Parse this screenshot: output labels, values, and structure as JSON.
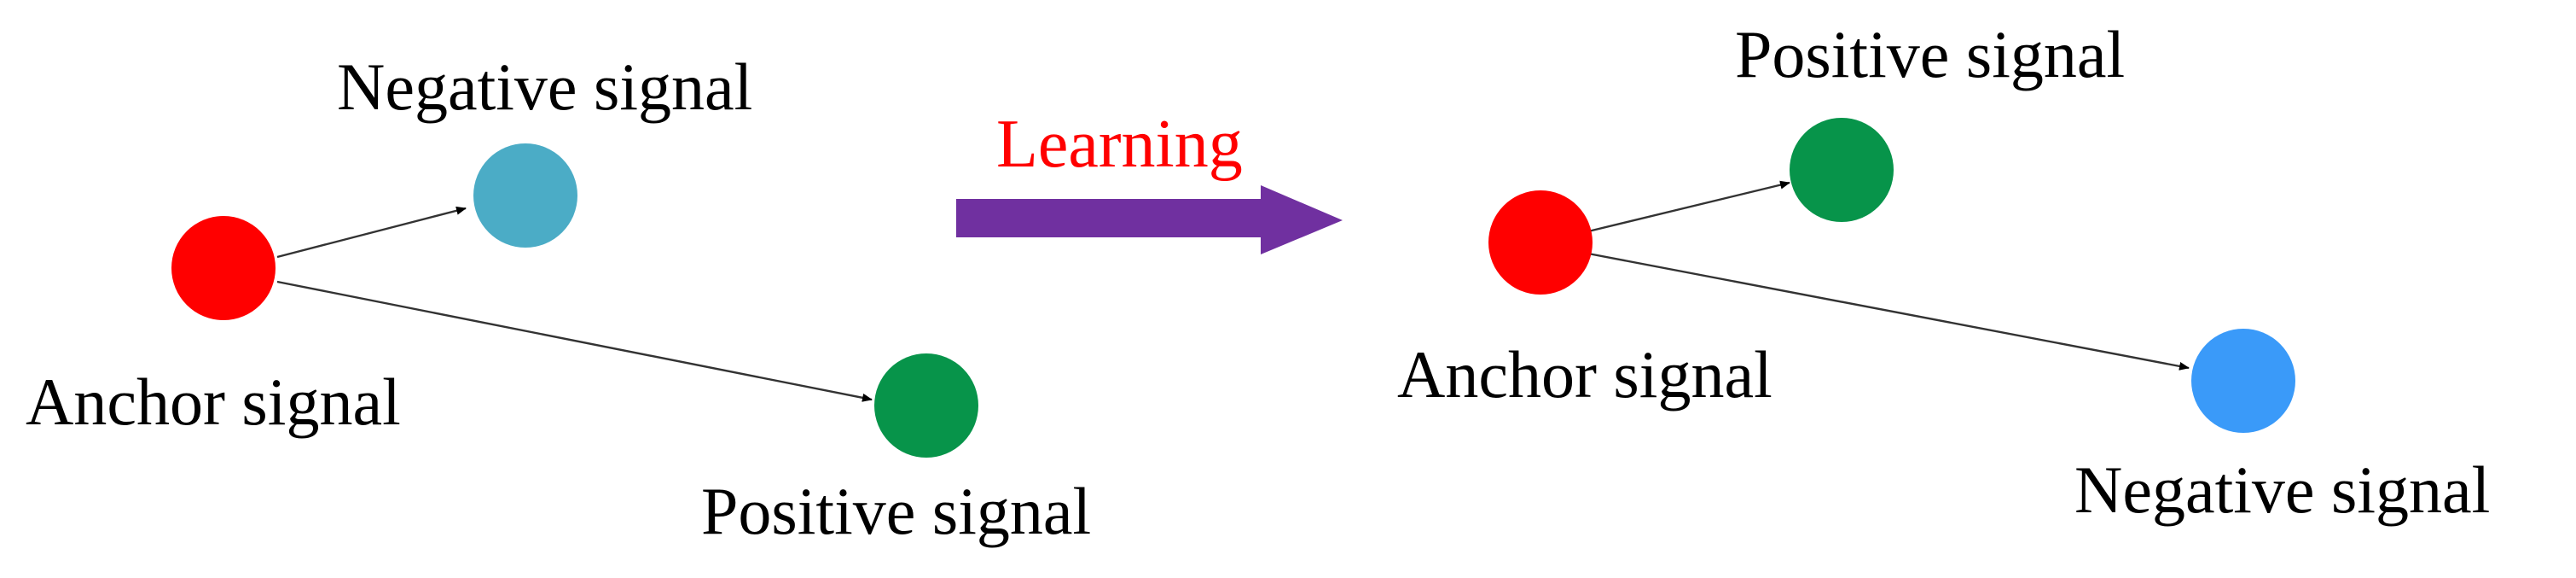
{
  "before": {
    "anchor_label": "Anchor signal",
    "negative_label": "Negative signal",
    "positive_label": "Positive signal"
  },
  "transition": {
    "label": "Learning"
  },
  "after": {
    "anchor_label": "Anchor signal",
    "positive_label": "Positive signal",
    "negative_label": "Negative signal"
  },
  "colors": {
    "anchor": "#ff0000",
    "negative_before": "#4bacc6",
    "positive": "#07944a",
    "negative_after": "#3a9af9",
    "arrow": "#7030a0",
    "learning_text": "#ff0000",
    "edge": "#333333"
  }
}
